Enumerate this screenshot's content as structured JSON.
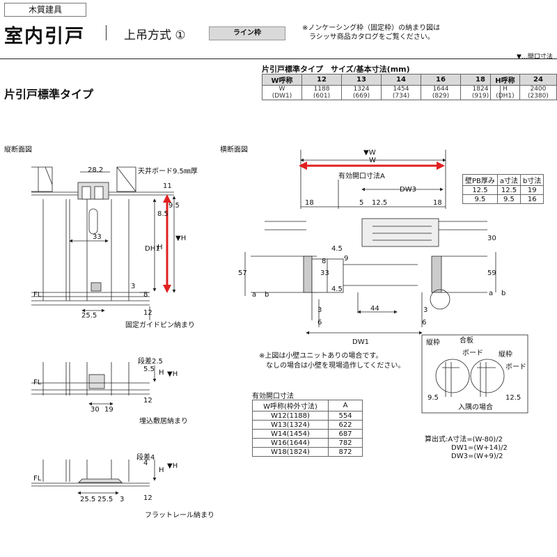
{
  "header": {
    "category": "木質建具",
    "title": "室内引戸",
    "subtitle": "上吊方式 ①",
    "line_badge": "ライン枠",
    "note_line1": "※ノンケーシング枠（固定枠）の納まり図は",
    "note_line2": "ラシッサ商品カタログをご覧ください。",
    "open_legend": "▼…開口寸法"
  },
  "section_title": "片引戸標準タイプ",
  "size_table": {
    "caption": "片引戸標準タイプ　サイズ/基本寸法(mm)",
    "w_header": "W呼称",
    "w_codes": [
      "12",
      "13",
      "14",
      "16",
      "18"
    ],
    "w_row_label": "W",
    "w_row_sub": "(DW1)",
    "w_values": [
      "1188",
      "1324",
      "1454",
      "1644",
      "1824"
    ],
    "w_subs": [
      "(601)",
      "(669)",
      "(734)",
      "(829)",
      "(919)"
    ],
    "h_header": "H呼称",
    "h_code": "24",
    "h_row_label": "H",
    "h_row_sub": "(DH1)",
    "h_value": "2400",
    "h_sub": "(2380)"
  },
  "vertical_section": {
    "title": "縦断面図",
    "dim_28_2": "28.2",
    "ceiling_board": "天井ボード9.5㎜厚",
    "dim_11": "11",
    "dim_9_5": "9.5",
    "dim_8_5": "8.5",
    "dim_33": "33",
    "dh1": "DH1",
    "h": "H",
    "h_mark": "▼H",
    "dim_3": "3",
    "dim_8": "8",
    "dim_12": "12",
    "fl": "FL",
    "dim_25_5": "25.5",
    "caption1": "固定ガイドピン納まり",
    "step_2_5": "段差2.5",
    "dim_5_5": "5.5",
    "dim_30": "30",
    "dim_19": "19",
    "caption2": "埋込敷居納まり",
    "step_4": "段差4",
    "dim_4": "4",
    "dim_25_5_b": "25.5",
    "dim_3_b": "3",
    "caption3": "フラットレール納まり"
  },
  "horizontal_section": {
    "title": "横断面図",
    "w_mark": "▼W",
    "w": "W",
    "effective_opening": "有効開口寸法A",
    "dw3": "DW3",
    "dim_18": "18",
    "dim_5": "5",
    "dim_12_5": "12.5",
    "dim_30": "30",
    "dim_57": "57",
    "dim_59": "59",
    "dim_4_5": "4.5",
    "dim_33": "33",
    "dim_9": "9",
    "dim_8": "8",
    "dim_3": "3",
    "dim_44": "44",
    "dim_6": "6",
    "dw1": "DW1",
    "a": "a",
    "b": "b"
  },
  "pb_table": {
    "headers": [
      "壁PB厚み",
      "a寸法",
      "b寸法"
    ],
    "rows": [
      [
        "12.5",
        "12.5",
        "19"
      ],
      [
        "9.5",
        "9.5",
        "16"
      ]
    ]
  },
  "detail": {
    "tate_waku1": "縦枠",
    "goban": "合板",
    "board1": "ボード",
    "tate_waku2": "縦枠",
    "board2": "ボード",
    "dim_9_5": "9.5",
    "dim_12_5": "12.5",
    "caption": "入隅の場合"
  },
  "body_note": {
    "line1": "※上図は小壁ユニットありの場合です。",
    "line2": "なしの場合は小壁を現場造作してください。"
  },
  "effective_table": {
    "caption": "有効開口寸法",
    "headers": [
      "W呼称(枠外寸法)",
      "A"
    ],
    "rows": [
      [
        "W12(1188)",
        "554"
      ],
      [
        "W13(1324)",
        "622"
      ],
      [
        "W14(1454)",
        "687"
      ],
      [
        "W16(1644)",
        "782"
      ],
      [
        "W18(1824)",
        "872"
      ]
    ]
  },
  "formulas": {
    "line1": "算出式:A寸法=(W-80)/2",
    "line2": "DW1=(W+14)/2",
    "line3": "DW3=(W+9)/2"
  },
  "colors": {
    "accent_arrow": "#e02020",
    "header_fill": "#d9d9d9",
    "line": "#222222"
  }
}
